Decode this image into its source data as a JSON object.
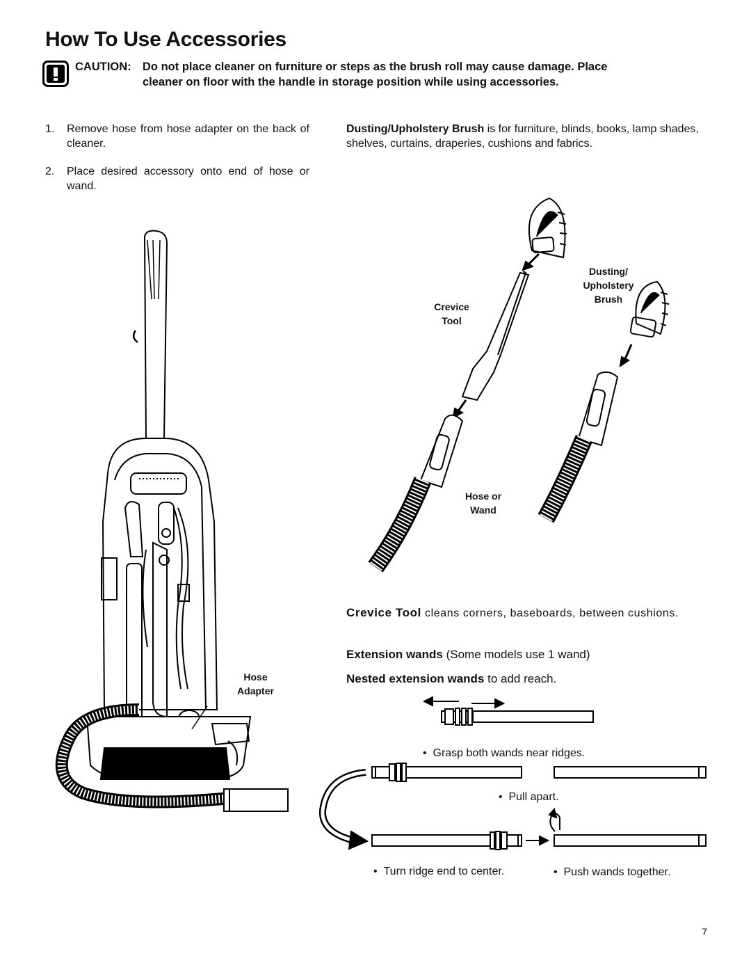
{
  "title": "How To Use Accessories",
  "caution": {
    "icon": "caution-icon",
    "label": "CAUTION:",
    "line1": "Do not place cleaner on furniture or steps as the brush roll may cause damage. Place",
    "line2": "cleaner on floor with the handle in storage position while using accessories."
  },
  "steps": [
    {
      "num": "1.",
      "text": "Remove hose from hose adapter on the back of cleaner."
    },
    {
      "num": "2.",
      "text": "Place desired accessory onto end of hose or wand."
    }
  ],
  "dusting": {
    "name": "Dusting/Upholstery Brush",
    "text": " is for furniture, blinds, books, lamp shades, shelves, curtains, draperies, cushions and fabrics."
  },
  "labels": {
    "crevice_tool": [
      "Crevice",
      "Tool"
    ],
    "dusting_brush": [
      "Dusting/",
      "Upholstery",
      "Brush"
    ],
    "hose_or_wand": [
      "Hose or",
      "Wand"
    ],
    "hose_adapter": [
      "Hose",
      "Adapter"
    ]
  },
  "crevice": {
    "name": "Crevice Tool",
    "text": " cleans corners, baseboards, between cushions."
  },
  "extension": {
    "name": "Extension wands",
    "text": " (Some models use 1 wand)"
  },
  "nested": {
    "name": "Nested extension wands",
    "text": " to add reach."
  },
  "bullets": {
    "grasp": "Grasp both wands near ridges.",
    "pull": "Pull apart.",
    "turn": "Turn ridge end to center.",
    "push": "Push wands together."
  },
  "page_number": "7"
}
